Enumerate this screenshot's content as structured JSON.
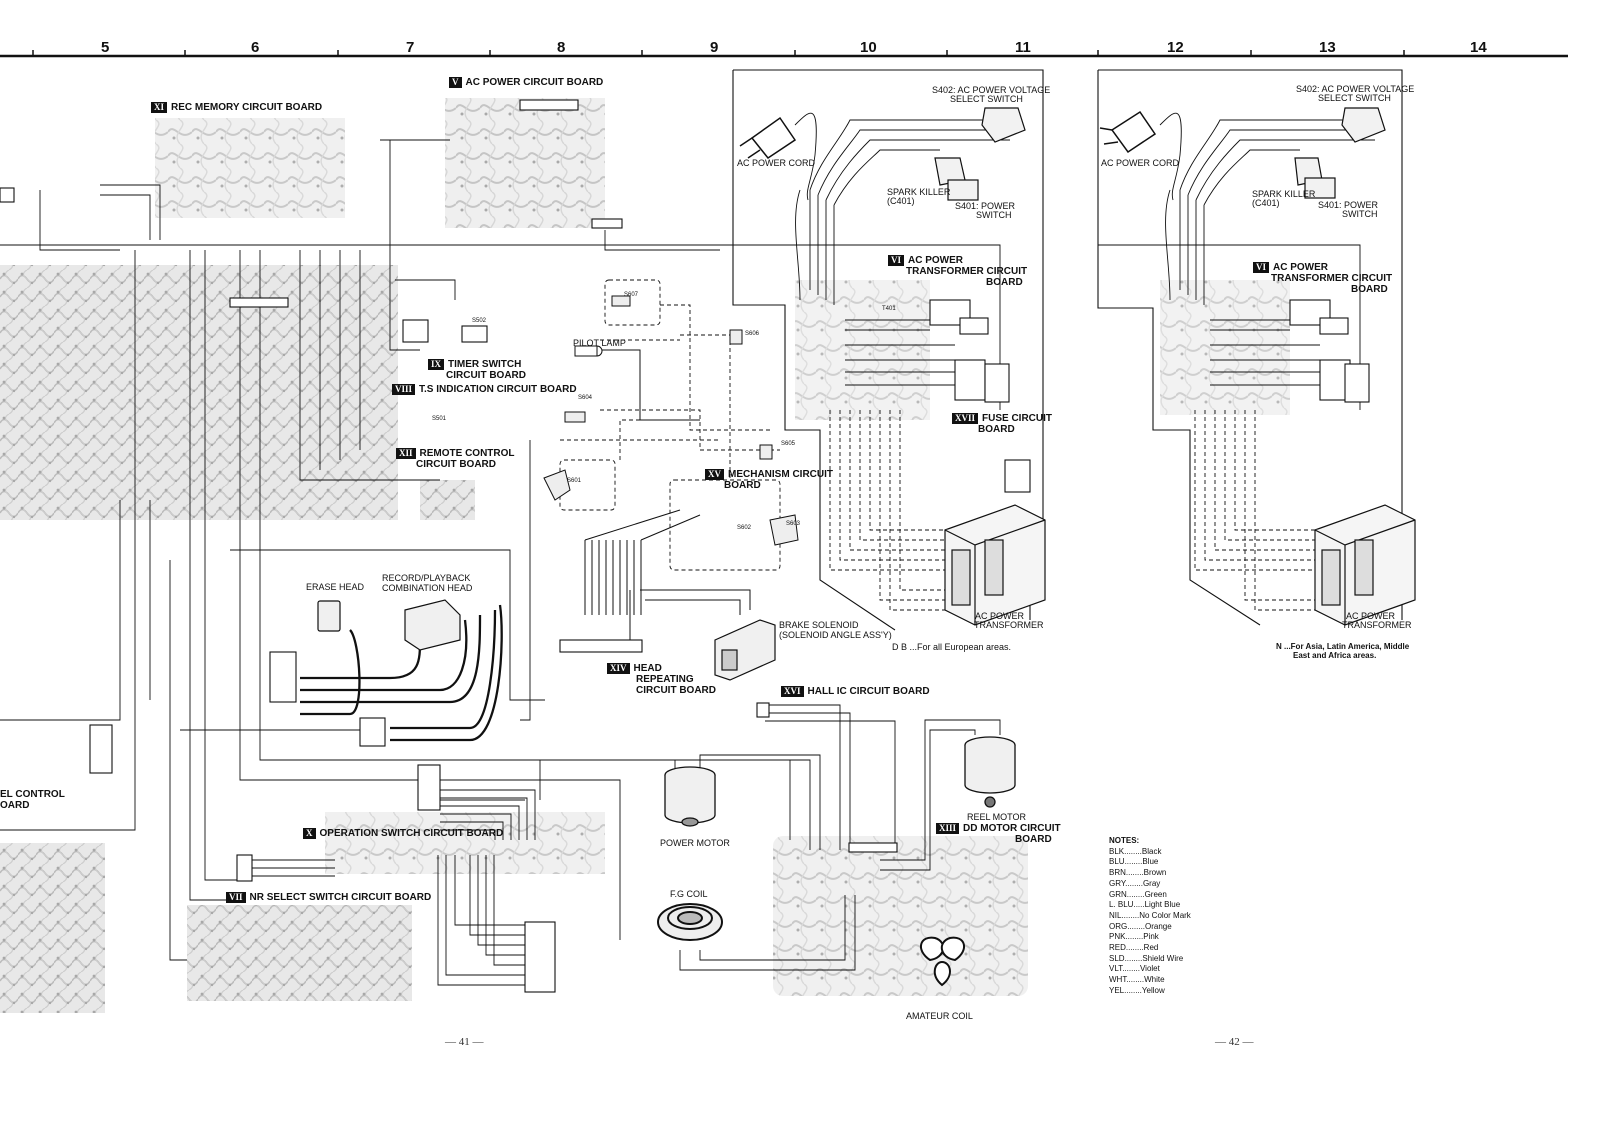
{
  "column_ruler": [
    "5",
    "6",
    "7",
    "8",
    "9",
    "10",
    "11",
    "12",
    "13",
    "14"
  ],
  "boards": {
    "rec_memory": {
      "num": "XI",
      "name": "REC MEMORY CIRCUIT BOARD"
    },
    "ac_power": {
      "num": "V",
      "name": "AC POWER CIRCUIT BOARD"
    },
    "timer_switch": {
      "num": "IX",
      "name1": "TIMER SWITCH",
      "name2": "CIRCUIT BOARD"
    },
    "ts_indication": {
      "num": "VIII",
      "name": "T.S INDICATION CIRCUIT BOARD"
    },
    "remote_control": {
      "num": "XII",
      "name1": "REMOTE CONTROL",
      "name2": "CIRCUIT BOARD"
    },
    "mechanism": {
      "num": "XV",
      "name1": "MECHANISM CIRCUIT",
      "name2": "BOARD"
    },
    "head_repeating": {
      "num": "XIV",
      "name1": "HEAD",
      "name2": "REPEATING",
      "name3": "CIRCUIT BOARD"
    },
    "hall_ic": {
      "num": "XVI",
      "name": "HALL IC CIRCUIT BOARD"
    },
    "dd_motor": {
      "num": "XIII",
      "name1": "DD MOTOR CIRCUIT",
      "name2": "BOARD"
    },
    "operation_switch": {
      "num": "X",
      "name": "OPERATION SWITCH CIRCUIT BOARD"
    },
    "nr_select": {
      "num": "VII",
      "name": "NR SELECT SWITCH CIRCUIT BOARD"
    },
    "ac_transformer_left": {
      "num": "VI",
      "name1": "AC POWER",
      "name2": "TRANSFORMER CIRCUIT",
      "name3": "BOARD"
    },
    "fuse": {
      "num": "XVII",
      "name1": "FUSE CIRCUIT",
      "name2": "BOARD"
    },
    "ac_transformer_right": {
      "num": "VI",
      "name1": "AC POWER",
      "name2": "TRANSFORMER CIRCUIT",
      "name3": "BOARD"
    },
    "panel_control_fragment": {
      "line1": "EL CONTROL",
      "line2": "OARD"
    }
  },
  "components": {
    "s402_left": {
      "line1": "S402: AC POWER VOLTAGE",
      "line2": "SELECT SWITCH"
    },
    "s402_right": {
      "line1": "S402: AC POWER VOLTAGE",
      "line2": "SELECT SWITCH"
    },
    "ac_cord_left": "AC POWER CORD",
    "ac_cord_right": "AC POWER CORD",
    "spark_left": {
      "line1": "SPARK KILLER",
      "line2": "(C401)"
    },
    "spark_right": {
      "line1": "SPARK KILLER",
      "line2": "(C401)"
    },
    "s401_left": {
      "line1": "S401: POWER",
      "line2": "SWITCH"
    },
    "s401_right": {
      "line1": "S401: POWER",
      "line2": "SWITCH"
    },
    "pilot_lamp": "PILOT LAMP",
    "erase_head": "ERASE HEAD",
    "rp_head": {
      "line1": "RECORD/PLAYBACK",
      "line2": "COMBINATION HEAD"
    },
    "brake_solenoid": {
      "line1": "BRAKE SOLENOID",
      "line2": "(SOLENOID ANGLE ASS'Y)"
    },
    "transformer_left": {
      "line1": "AC POWER",
      "line2": "TRANSFORMER"
    },
    "transformer_right": {
      "line1": "AC POWER",
      "line2": "TRANSFORMER"
    },
    "power_motor": "POWER MOTOR",
    "reel_motor": "REEL MOTOR",
    "fg_coil": "F.G COIL",
    "amateur_coil": "AMATEUR COIL",
    "switches": {
      "s607": "S607",
      "s606": "S606",
      "s604": "S604",
      "s605": "S605",
      "s601": "S601",
      "s602": "S602",
      "s603": "S603",
      "s501": "S501",
      "s502": "S502",
      "t401": "T401"
    }
  },
  "area_notes": {
    "european": "D B ...For all European areas.",
    "asia": "N ...For Asia, Latin America, Middle",
    "asia2": "East and Africa areas."
  },
  "notes": {
    "title": "NOTES:",
    "items": [
      {
        "code": "BLK",
        "meaning": "Black"
      },
      {
        "code": "BLU",
        "meaning": "Blue"
      },
      {
        "code": "BRN",
        "meaning": "Brown"
      },
      {
        "code": "GRY",
        "meaning": "Gray"
      },
      {
        "code": "GRN",
        "meaning": "Green"
      },
      {
        "code": "L. BLU",
        "meaning": "Light Blue"
      },
      {
        "code": "NIL",
        "meaning": "No Color Mark"
      },
      {
        "code": "ORG",
        "meaning": "Orange"
      },
      {
        "code": "PNK",
        "meaning": "Pink"
      },
      {
        "code": "RED",
        "meaning": "Red"
      },
      {
        "code": "SLD",
        "meaning": "Shield Wire"
      },
      {
        "code": "VLT",
        "meaning": "Violet"
      },
      {
        "code": "WHT",
        "meaning": "White"
      },
      {
        "code": "YEL",
        "meaning": "Yellow"
      }
    ]
  },
  "page_numbers": {
    "left": "— 41 —",
    "right": "— 42 —"
  },
  "colors": {
    "ink": "#111111",
    "pcb": "#c8c8c8",
    "paper": "#ffffff"
  }
}
